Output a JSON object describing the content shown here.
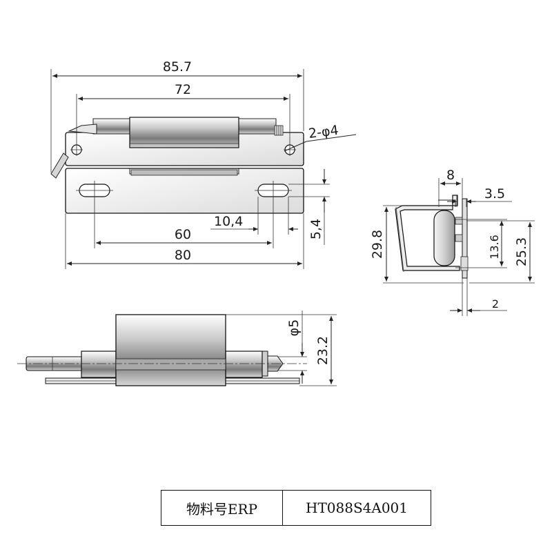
{
  "dimensions": {
    "overall_width": "85.7",
    "hinge_width": "72",
    "holes": "2-φ4",
    "slot_spacing": "60",
    "plate_width": "80",
    "slot_length": "10,4",
    "slot_height": "5,4",
    "side_knuckle": "8",
    "side_offset": "3.5",
    "side_height": "29.8",
    "side_inner": "13.6",
    "side_total": "25.3",
    "side_thickness": "2",
    "pin_diameter": "φ5",
    "bottom_height": "23.2"
  },
  "table": {
    "label": "物料号ERP",
    "value": "HT088S4A001"
  }
}
